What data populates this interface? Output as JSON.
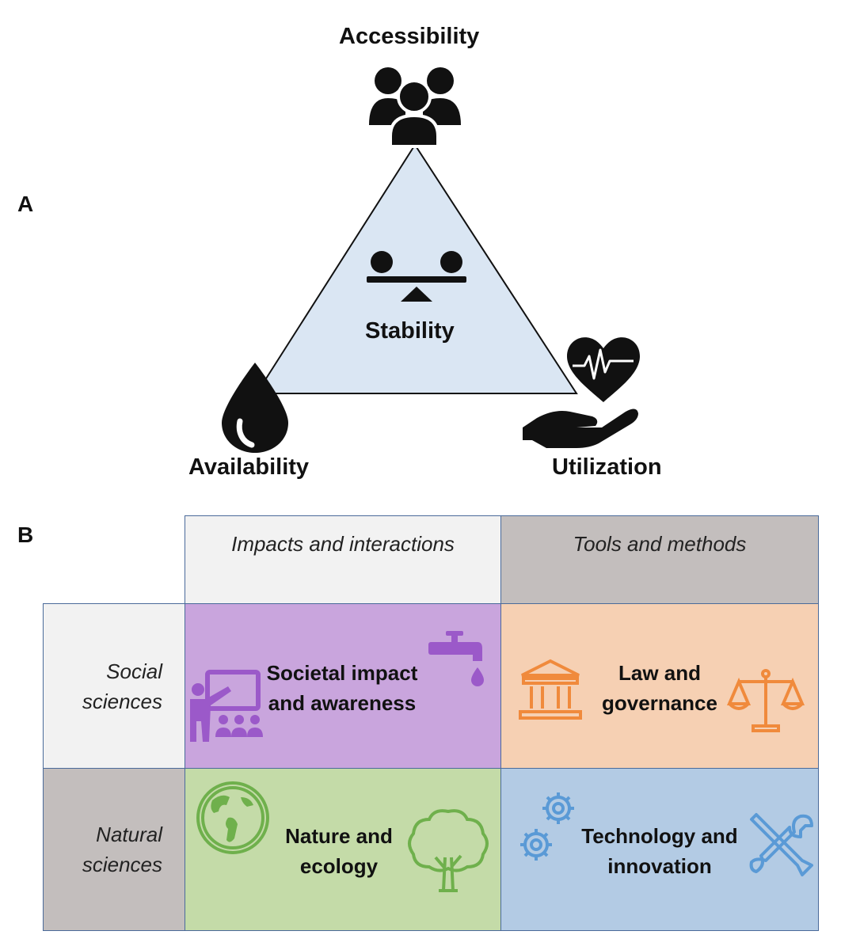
{
  "panel_a": {
    "letter": "A",
    "vertices": {
      "top": "Accessibility",
      "left": "Availability",
      "right": "Utilization",
      "center": "Stability"
    },
    "icons": {
      "top": "people-group-icon",
      "center": "balance-seesaw-icon",
      "left": "water-drop-icon",
      "right": "heart-in-hand-icon"
    }
  },
  "panel_b": {
    "letter": "B",
    "columns": [
      "Impacts and interactions",
      "Tools and methods"
    ],
    "rows": [
      {
        "line1": "Social",
        "line2": "sciences"
      },
      {
        "line1": "Natural",
        "line2": "sciences"
      }
    ],
    "cells": [
      {
        "line1": "Societal impact",
        "line2": "and awareness",
        "color": "#c9a5dd",
        "icon_color": "#9b59c9",
        "icons": [
          "teacher-presentation-icon",
          "water-tap-icon"
        ]
      },
      {
        "line1": "Law and",
        "line2": "governance",
        "color": "#f6d0b3",
        "icon_color": "#f08a3c",
        "icons": [
          "courthouse-icon",
          "scales-icon"
        ]
      },
      {
        "line1": "Nature and",
        "line2": "ecology",
        "color": "#c4dba8",
        "icon_color": "#6fb04c",
        "icons": [
          "globe-icon",
          "tree-icon"
        ]
      },
      {
        "line1": "Technology and",
        "line2": "innovation",
        "color": "#b3cbe4",
        "icon_color": "#5a9ad6",
        "icons": [
          "gears-icon",
          "tools-icon"
        ]
      }
    ],
    "header_colors": {
      "col1": "#f2f2f2",
      "col2": "#c3bebd",
      "row1": "#f2f2f2",
      "row2": "#c3bebd"
    }
  }
}
